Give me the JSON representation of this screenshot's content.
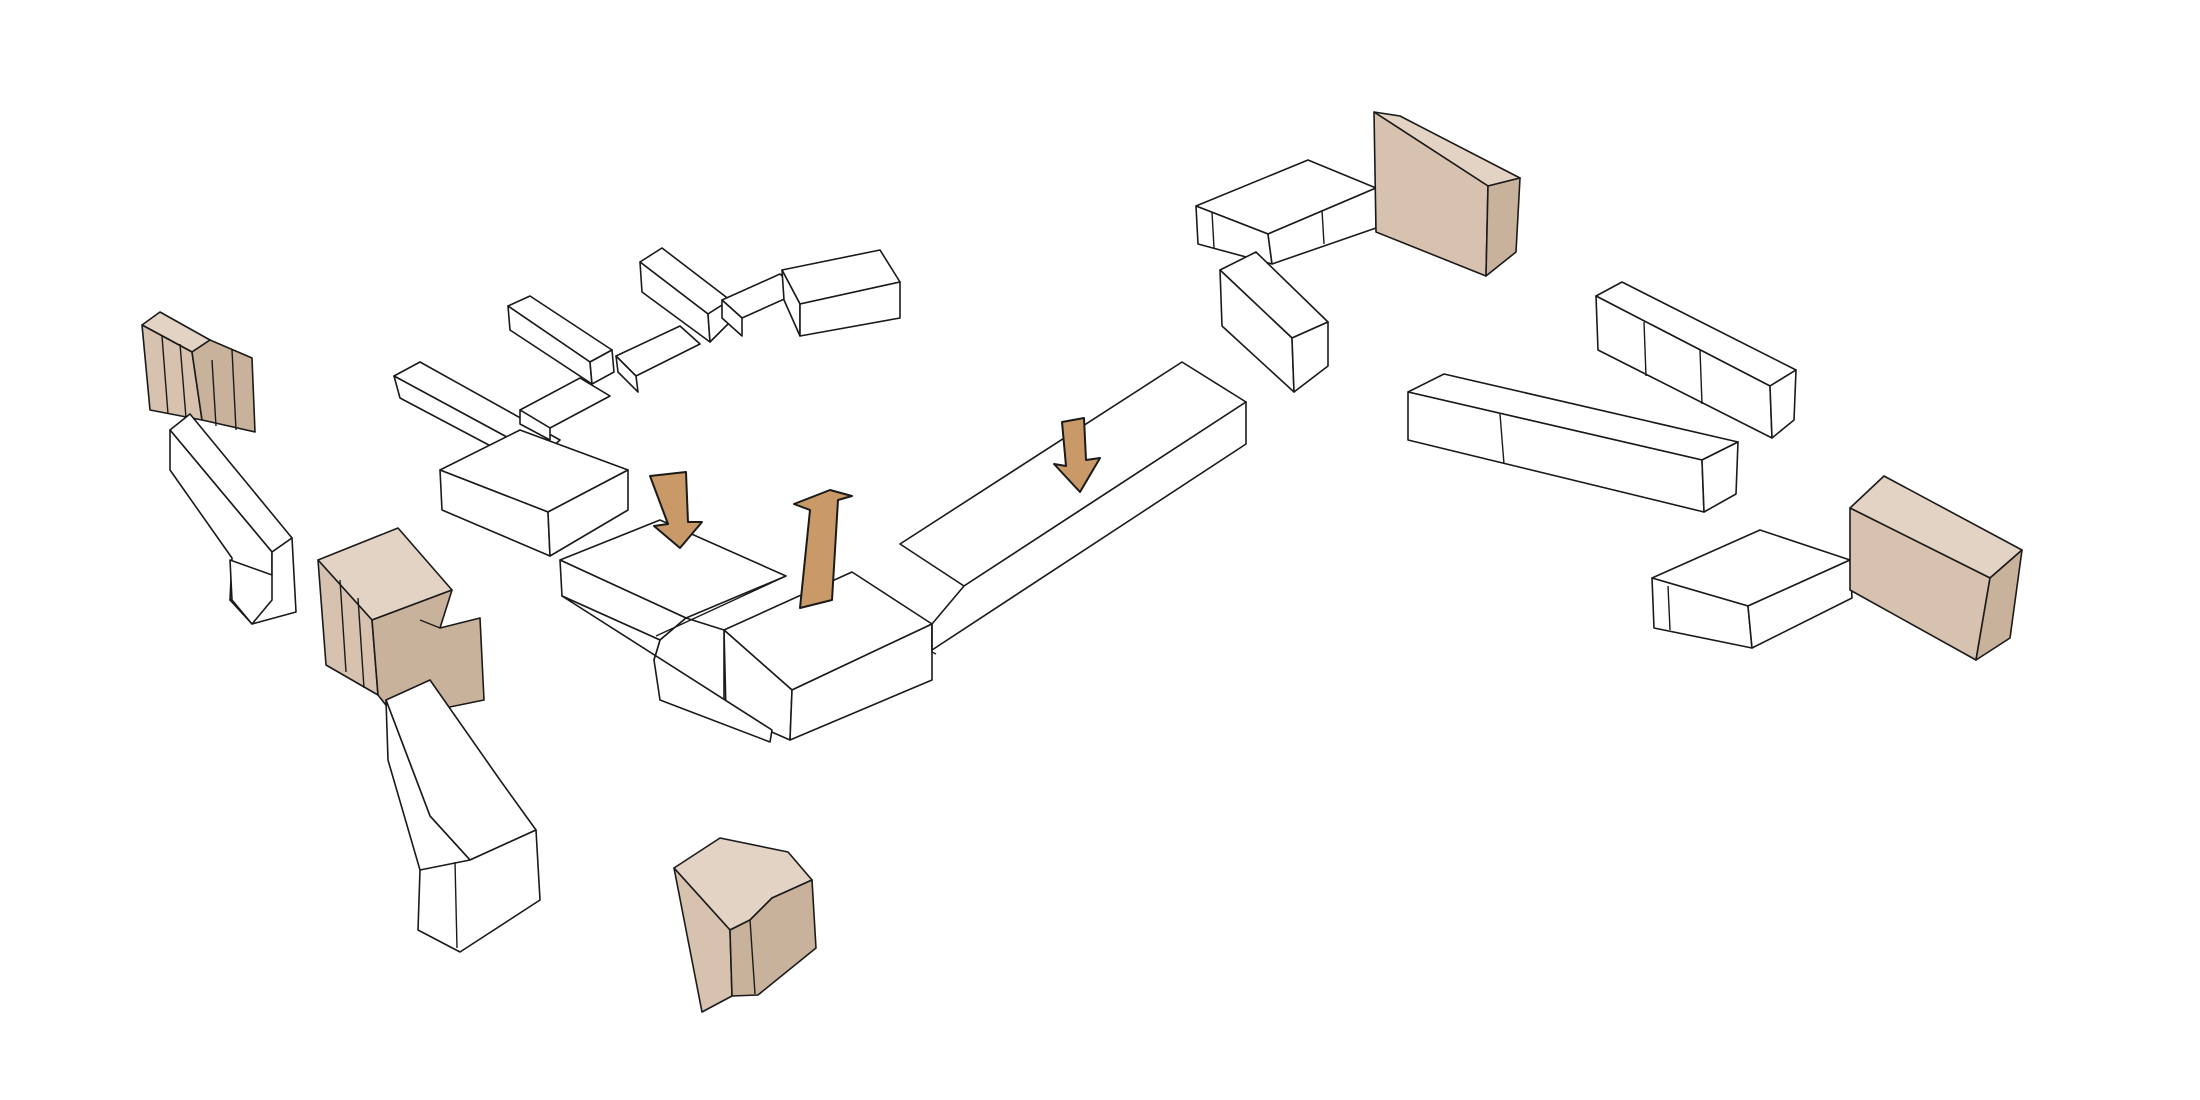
{
  "colors": {
    "background": "#ffffff",
    "outline": "#1a1a1a",
    "highlight_light": "#e3d3c4",
    "highlight_mid": "#d6c2ae",
    "highlight_dark": "#c9b29b",
    "arrow_fill": "#c99a68"
  },
  "arrows": [
    {
      "direction": "down"
    },
    {
      "direction": "up"
    },
    {
      "direction": "down"
    }
  ]
}
